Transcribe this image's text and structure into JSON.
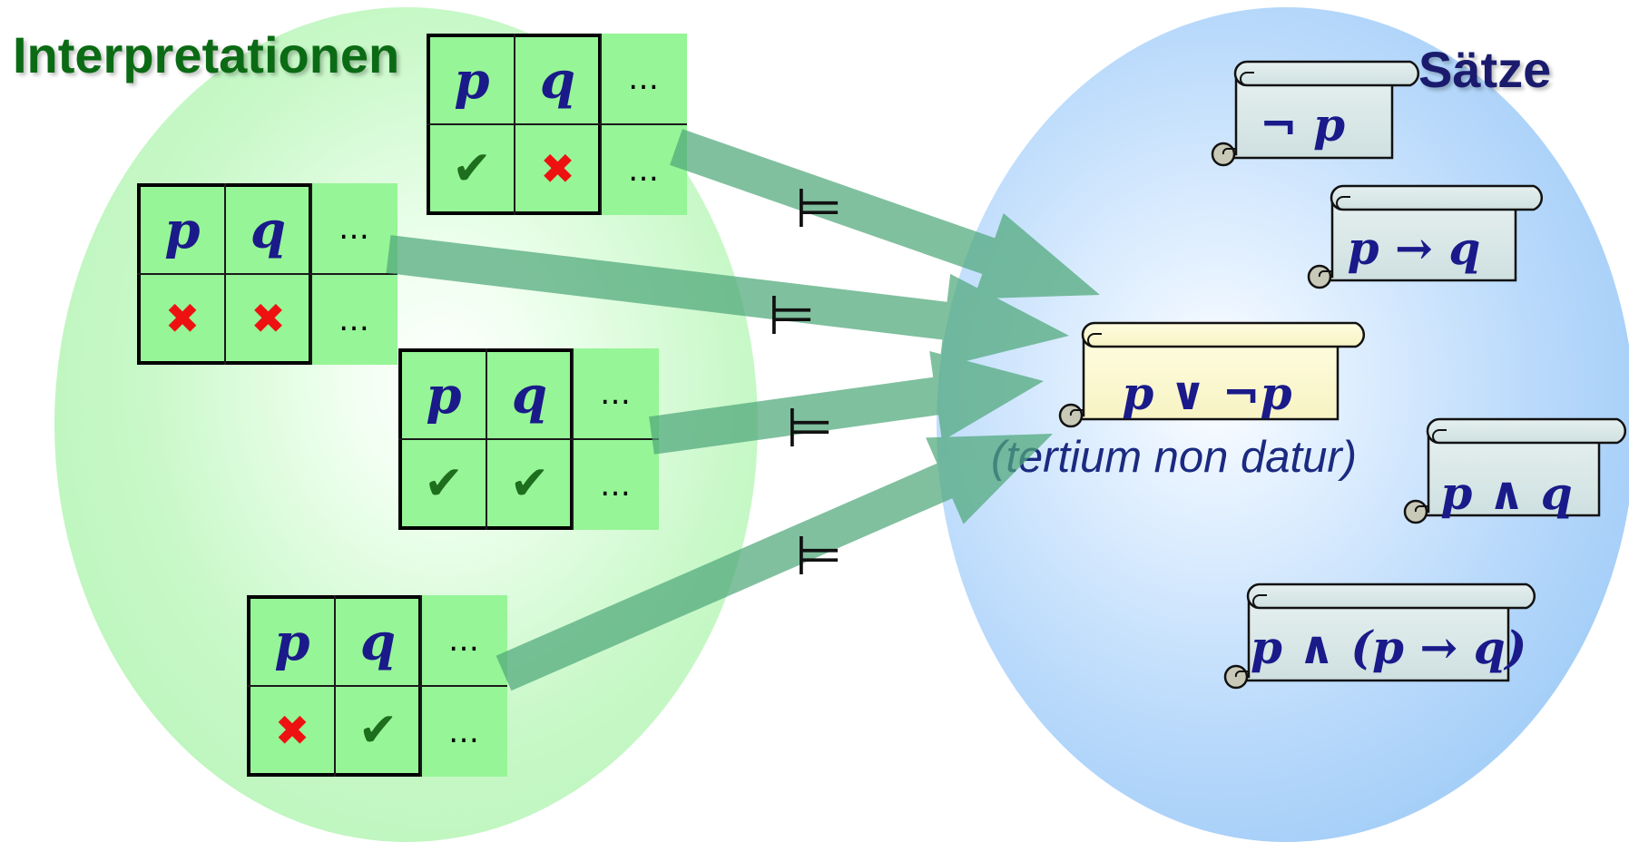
{
  "titles": {
    "interpretations": "Interpretationen",
    "sentences": "Sätze"
  },
  "interpretations": [
    {
      "p_label": "p",
      "q_label": "q",
      "p_value": "true",
      "q_value": "false",
      "dots_top": "…",
      "dots_bottom": "…",
      "entailment": "⊨"
    },
    {
      "p_label": "p",
      "q_label": "q",
      "p_value": "false",
      "q_value": "false",
      "dots_top": "…",
      "dots_bottom": "…",
      "entailment": "⊨"
    },
    {
      "p_label": "p",
      "q_label": "q",
      "p_value": "true",
      "q_value": "true",
      "dots_top": "…",
      "dots_bottom": "…",
      "entailment": "⊨"
    },
    {
      "p_label": "p",
      "q_label": "q",
      "p_value": "false",
      "q_value": "true",
      "dots_top": "…",
      "dots_bottom": "…",
      "entailment": "⊨"
    }
  ],
  "symbols": {
    "true": "✔",
    "false": "✖"
  },
  "sentences": [
    {
      "formula": "¬ p"
    },
    {
      "formula": "p → q"
    },
    {
      "formula": "p ∨ ¬p",
      "highlighted": true,
      "caption": "(tertium non datur)"
    },
    {
      "formula": "p ∧ q"
    },
    {
      "formula": "p ∧ (p → q)"
    }
  ],
  "colors": {
    "interpretation_region": "#b2f2b2",
    "sentence_region": "#8dc1f4",
    "table_fill": "#96f596",
    "arrow": "#4fa87a",
    "scroll_fill": "#d9e9e9",
    "highlight_scroll_fill": "#fdfbcf",
    "title_green": "#0b6b14",
    "title_navy": "#1b1b6e"
  }
}
